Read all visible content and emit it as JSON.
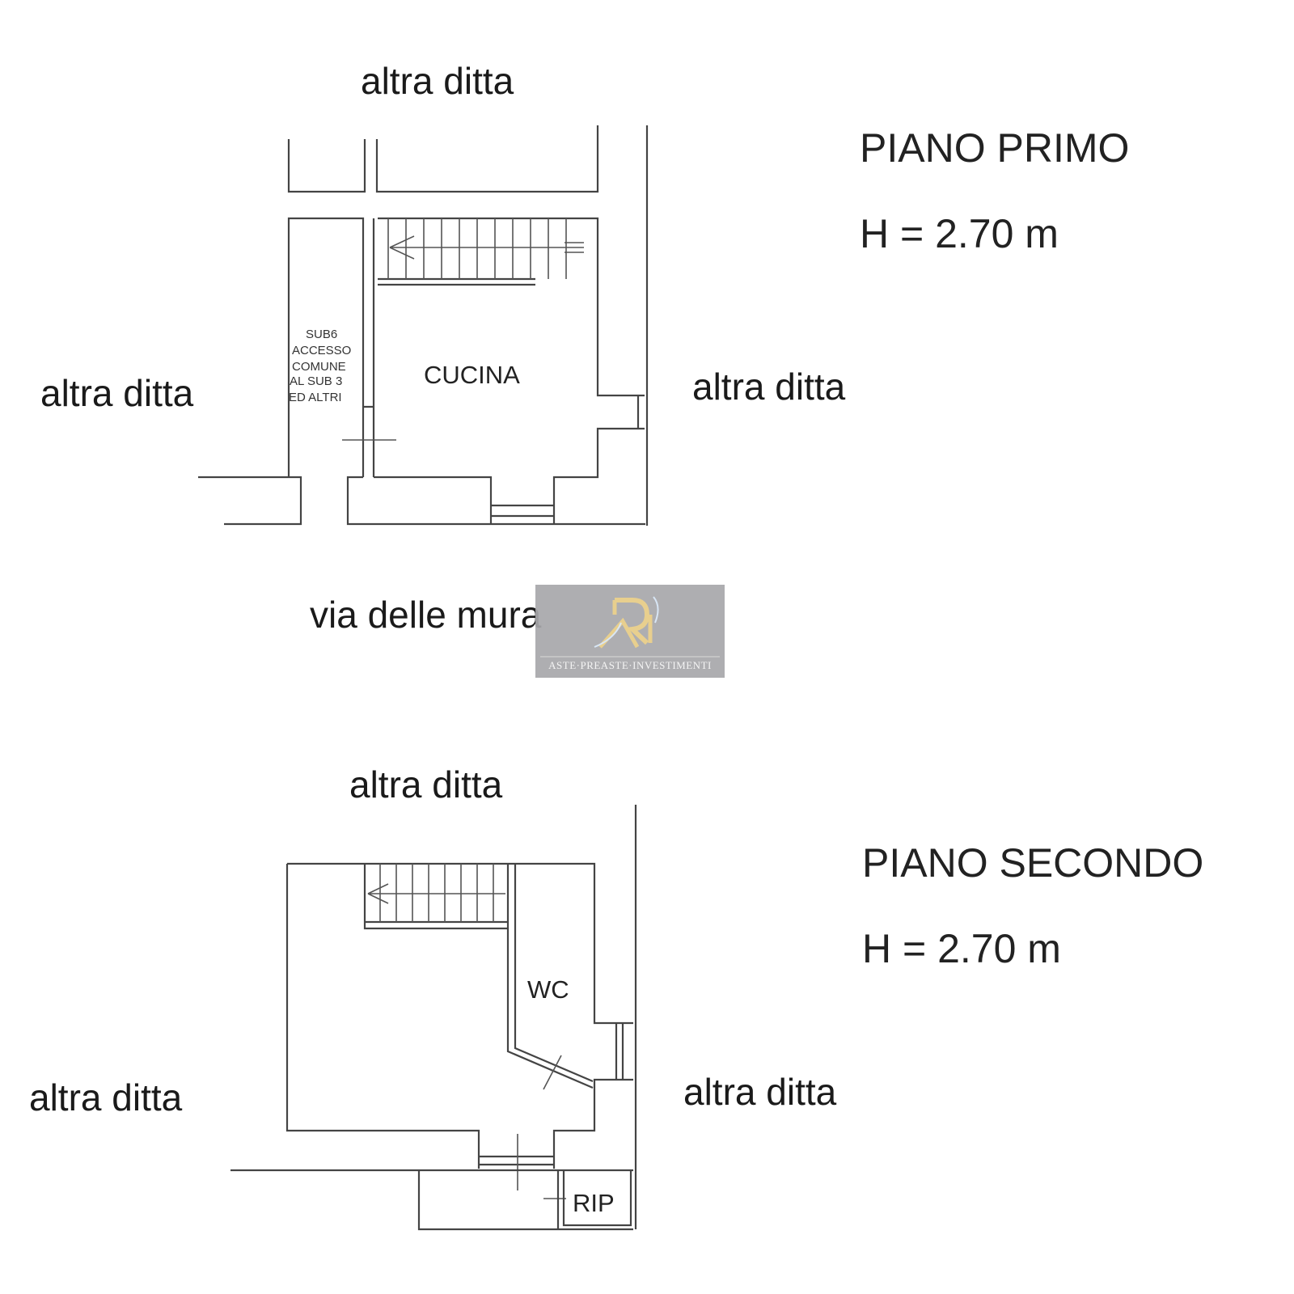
{
  "first_floor": {
    "title": "PIANO PRIMO",
    "height": "H = 2.70 m",
    "label_top": "altra ditta",
    "label_left": "altra ditta",
    "label_right": "altra ditta",
    "room_kitchen": "CUCINA",
    "corridor_lines": [
      "SUB6",
      "ACCESSO",
      "COMUNE",
      "AL SUB 3",
      "ED ALTRI"
    ]
  },
  "street": "via delle mura",
  "second_floor": {
    "title": "PIANO SECONDO",
    "height": "H = 2.70 m",
    "label_top": "altra ditta",
    "label_left": "altra ditta",
    "label_right": "altra ditta",
    "room_wc": "WC",
    "room_storage": "RIP"
  },
  "watermark": {
    "logo_letters": "RI",
    "tagline": "ASTE·PREASTE·INVESTIMENTI",
    "box_color": "#a7a7aa",
    "gold_color": "#e8cf8e"
  }
}
